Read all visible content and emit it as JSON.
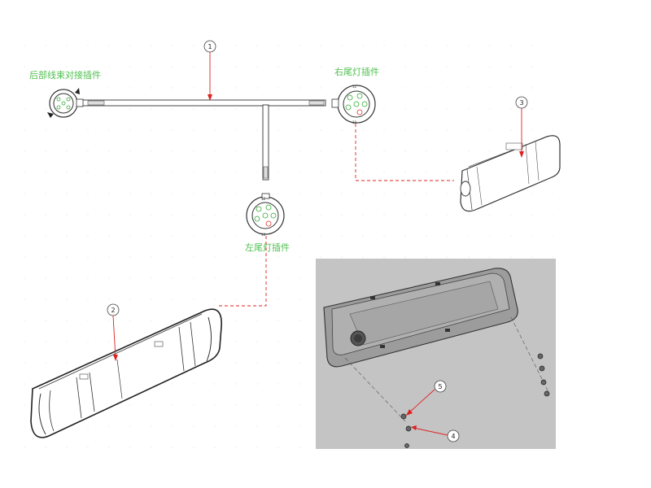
{
  "labels": {
    "rear_connector": "后部线束对接插件",
    "right_tail_connector": "右尾灯插件",
    "left_tail_connector": "左尾灯插件"
  },
  "callouts": [
    "1",
    "2",
    "3",
    "4",
    "5"
  ],
  "connector_pins": {
    "top": "12",
    "bottom": "10"
  },
  "colors": {
    "label_green": "#4fbf4f",
    "leader_red": "#e02020",
    "photo_gray": "#c4c4c4"
  }
}
